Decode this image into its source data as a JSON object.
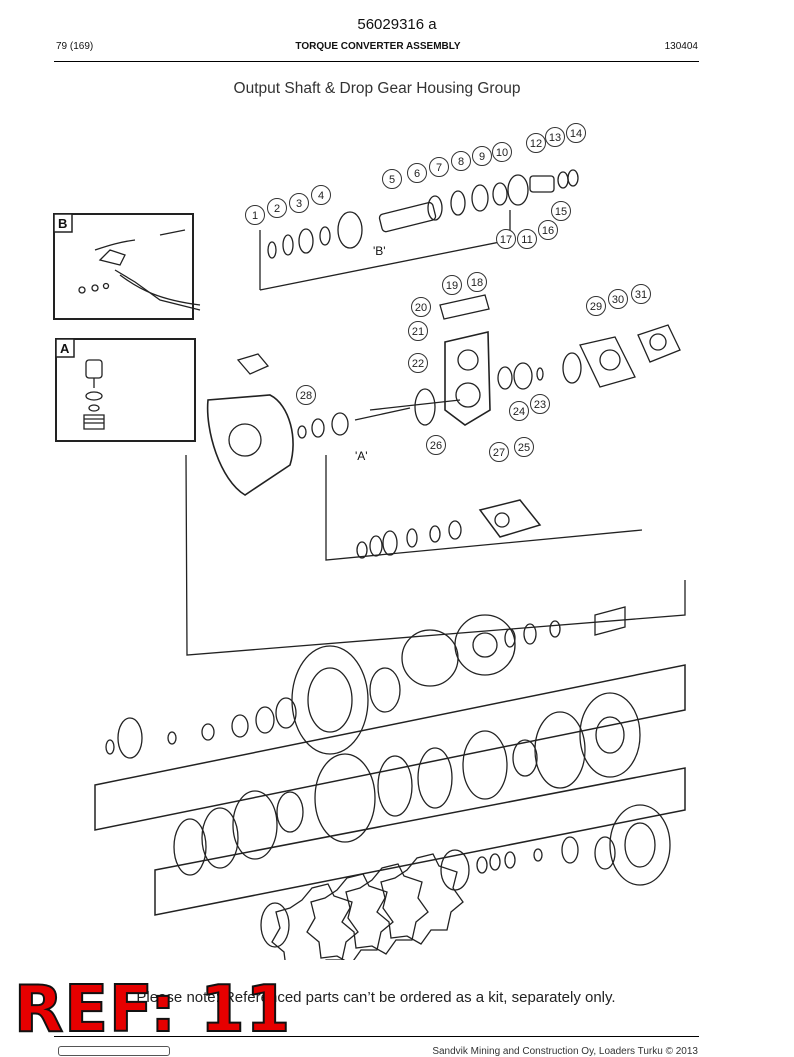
{
  "document": {
    "doc_number": "56029316 a",
    "page_ref": "79 (169)",
    "section_title": "TORQUE CONVERTER ASSEMBLY",
    "doc_code": "130404",
    "figure_title": "Output Shaft & Drop Gear Housing Group",
    "note": "Please note: Referenced parts can’t be ordered as a kit, separately only.",
    "copyright": "Sandvik Mining and Construction Oy, Loaders Turku © 2013",
    "stamp": "REF: 11"
  },
  "diagram": {
    "inset_labels": [
      "B",
      "A"
    ],
    "view_labels": [
      "'B'",
      "'A'"
    ],
    "callouts": [
      "1",
      "2",
      "3",
      "4",
      "5",
      "6",
      "7",
      "8",
      "9",
      "10",
      "11",
      "12",
      "13",
      "14",
      "15",
      "16",
      "17",
      "18",
      "19",
      "20",
      "21",
      "22",
      "23",
      "24",
      "25",
      "26",
      "27",
      "28",
      "29",
      "30",
      "31"
    ]
  }
}
